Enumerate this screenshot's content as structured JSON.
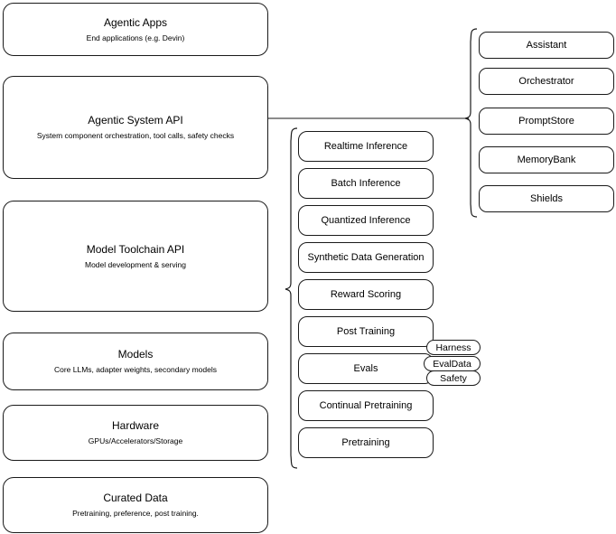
{
  "diagram": {
    "title": "AI stack layer diagram",
    "stroke_color": "#1a1a1a",
    "background_color": "#ffffff"
  },
  "layers": [
    {
      "name": "agentic-apps",
      "title": "Agentic Apps",
      "subtitle": "End applications (e.g. Devin)"
    },
    {
      "name": "agentic-system-api",
      "title": "Agentic System API",
      "subtitle": "System component orchestration, tool calls, safety checks"
    },
    {
      "name": "model-toolchain-api",
      "title": "Model Toolchain API",
      "subtitle": "Model development & serving"
    },
    {
      "name": "models",
      "title": "Models",
      "subtitle": "Core LLMs, adapter weights, secondary models"
    },
    {
      "name": "hardware",
      "title": "Hardware",
      "subtitle": "GPUs/Accelerators/Storage"
    },
    {
      "name": "curated-data",
      "title": "Curated Data",
      "subtitle": "Pretraining, preference, post training."
    }
  ],
  "system_components": [
    {
      "name": "assistant",
      "label": "Assistant"
    },
    {
      "name": "orchestrator",
      "label": "Orchestrator"
    },
    {
      "name": "promptstore",
      "label": "PromptStore"
    },
    {
      "name": "memorybank",
      "label": "MemoryBank"
    },
    {
      "name": "shields",
      "label": "Shields"
    }
  ],
  "capabilities": [
    {
      "name": "realtime-inference",
      "label": "Realtime Inference"
    },
    {
      "name": "batch-inference",
      "label": "Batch Inference"
    },
    {
      "name": "quantized-inference",
      "label": "Quantized Inference"
    },
    {
      "name": "synthetic-data-generation",
      "label": "Synthetic Data Generation"
    },
    {
      "name": "reward-scoring",
      "label": "Reward Scoring"
    },
    {
      "name": "post-training",
      "label": "Post Training"
    },
    {
      "name": "evals",
      "label": "Evals"
    },
    {
      "name": "continual-pretraining",
      "label": "Continual Pretraining"
    },
    {
      "name": "pretraining",
      "label": "Pretraining"
    }
  ],
  "eval_tags": [
    {
      "name": "harness",
      "label": "Harness"
    },
    {
      "name": "evaldata",
      "label": "EvalData"
    },
    {
      "name": "safety",
      "label": "Safety"
    }
  ]
}
